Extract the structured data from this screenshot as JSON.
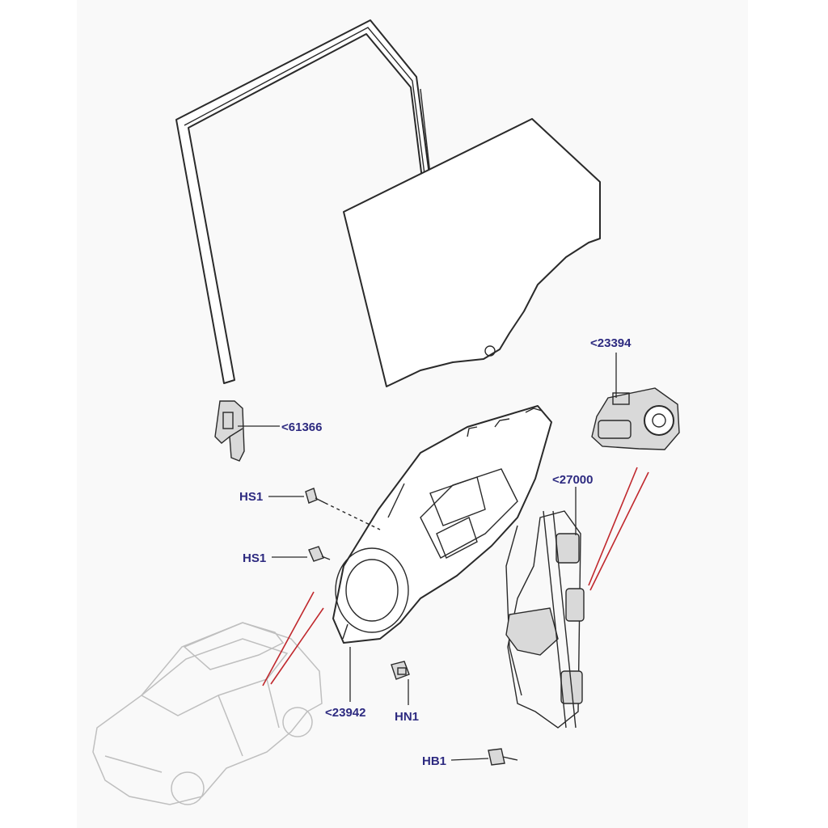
{
  "callouts": {
    "motor": "<23394",
    "guide": "<61366",
    "regulator": "<27000",
    "screw_upper": "HS1",
    "screw_lower": "HS1",
    "panel": "<23942",
    "nut": "HN1",
    "bolt": "HB1"
  },
  "colors": {
    "callout_text": "#2d2a80",
    "indicator_line": "#c0282d",
    "part_outline": "#2a2a2a",
    "vehicle_outline": "#bfbfbf"
  }
}
